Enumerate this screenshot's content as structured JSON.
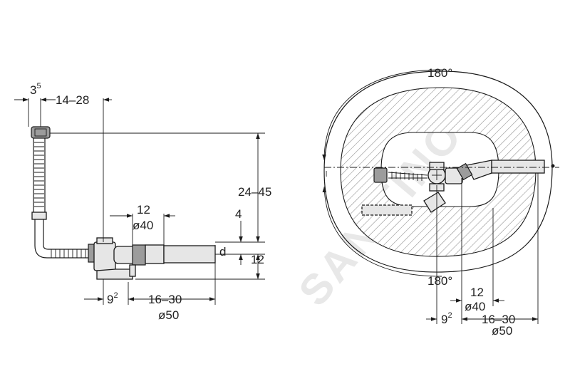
{
  "watermark": "SANITINO",
  "left_view": {
    "dims": {
      "d35_main": "3",
      "d35_sup": "5",
      "d1428": "14–28",
      "d2445": "24–45",
      "d12_top": "12",
      "d40_top": "ø40",
      "d4": "4",
      "d_d": "d",
      "d12_right": "12",
      "d92_main": "9",
      "d92_sup": "2",
      "d1630": "16–30",
      "d50": "ø50"
    }
  },
  "right_view": {
    "dims": {
      "d180_top": "180°",
      "d180_bottom": "180°",
      "d12": "12",
      "d40": "ø40",
      "d92_main": "9",
      "d92_sup": "2",
      "d1630": "16–30",
      "d50": "ø50"
    }
  }
}
